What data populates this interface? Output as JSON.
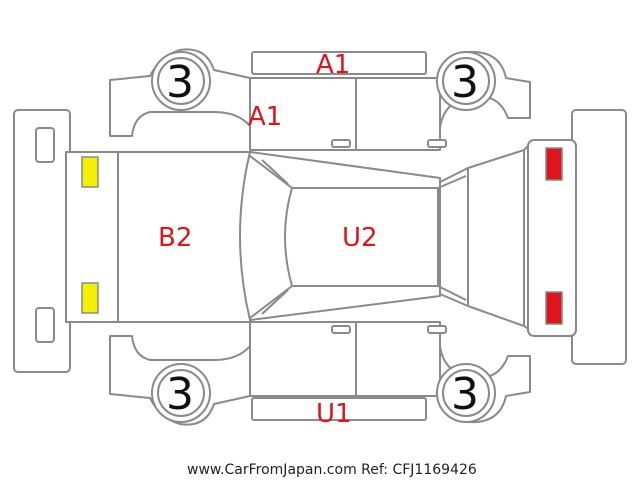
{
  "diagram": {
    "front_bumper_code": "A1",
    "hood_code": "A1",
    "roof_code": "U2",
    "trunk_code": "B2",
    "rear_bumper_code": "U1",
    "tires": {
      "front_left": "3",
      "front_right": "3",
      "rear_left": "3",
      "rear_right": "3"
    },
    "watermark": "www.CarFromJapan.com Ref: CFJ1169426"
  },
  "colors": {
    "outline": "#8a8a8a",
    "damage_code": "#e0151b",
    "rear_lamp": "#f2f000",
    "front_lamp": "#e0151b"
  }
}
